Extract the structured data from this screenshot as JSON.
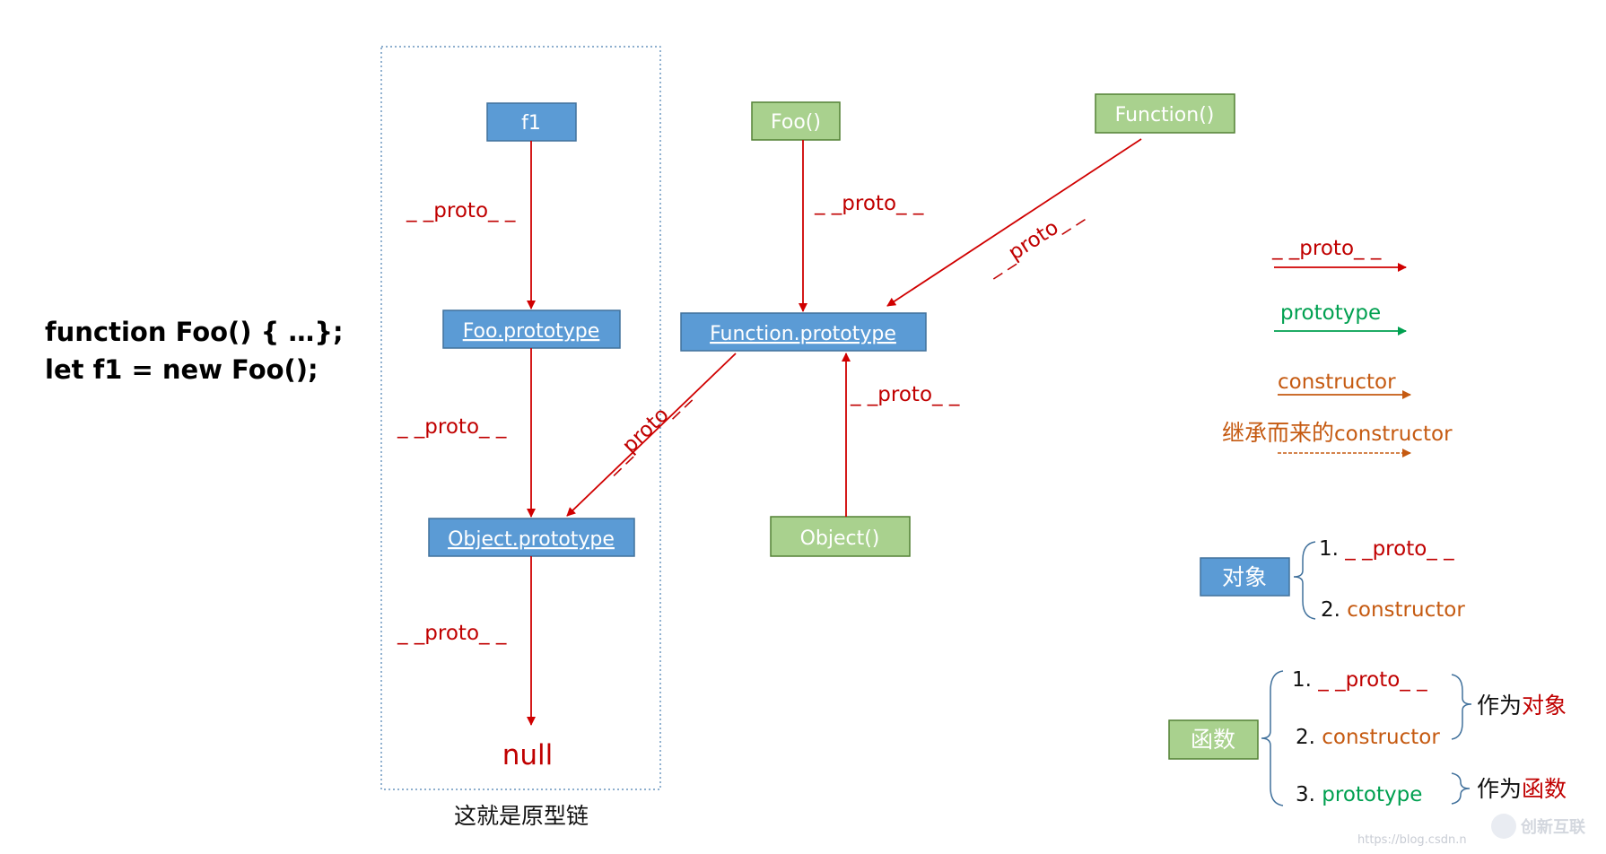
{
  "code": {
    "line1": "function Foo() { …};",
    "line2": "let f1 = new Foo();"
  },
  "chain_caption": "这就是原型链",
  "nodes": {
    "f1": "f1",
    "foo_prototype": "Foo.prototype",
    "object_prototype": "Object.prototype",
    "null": "null",
    "foo_fn": "Foo()",
    "function_fn": "Function()",
    "function_prototype": "Function.prototype",
    "object_fn": "Object()"
  },
  "edge_labels": {
    "f1_to_foo": "_ _proto_ _",
    "foo_to_object": "_ _proto_ _",
    "object_to_null": "_ _proto_ _",
    "foo_fn_to_function": "_ _proto_ _",
    "function_to_function_proto": "_ _proto_ _",
    "function_proto_to_object_proto": "_ _proto_ _",
    "object_fn_to_function_proto": "_ _proto_ _"
  },
  "legend": {
    "proto": "_ _proto_ _",
    "prototype": "prototype",
    "constructor": "constructor",
    "inherited_prefix": "继承而来的",
    "inherited_suffix": "constructor"
  },
  "object_group": {
    "title": "对象",
    "item1_num": "1.",
    "item1": "_ _proto_ _",
    "item2_num": "2.",
    "item2": "constructor"
  },
  "function_group": {
    "title": "函数",
    "item1_num": "1.",
    "item1": "_ _proto_ _",
    "item2_num": "2.",
    "item2": "constructor",
    "item3_num": "3.",
    "item3": "prototype",
    "note1_prefix": "作为",
    "note1_suffix": "对象",
    "note2_prefix": "作为",
    "note2_suffix": "函数"
  },
  "watermark": {
    "brand": "创新互联",
    "url": "https://blog.csdn.n"
  },
  "colors": {
    "red": "#c00000",
    "green": "#00a050",
    "orange": "#c55a11",
    "blue_box": "#5b9bd5",
    "green_box": "#a9d18e"
  }
}
